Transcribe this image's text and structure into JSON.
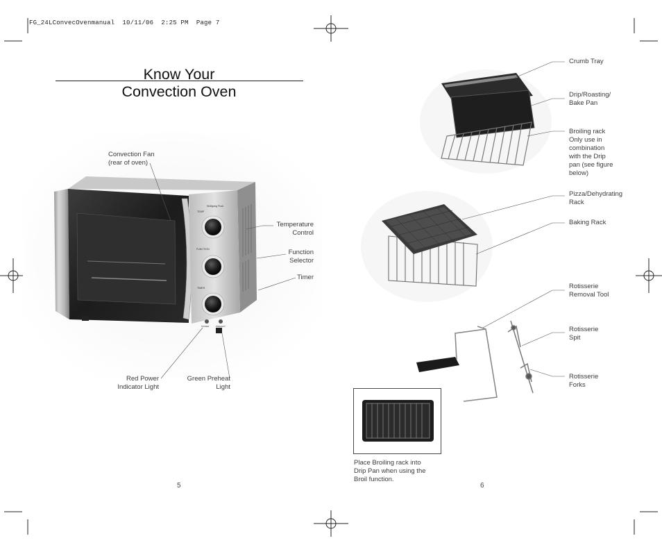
{
  "slug_line": "FG_24LConvecOvenmanual  10/11/06  2:25 PM  Page 7",
  "left_page": {
    "title_line1": "Know Your",
    "title_line2": "Convection Oven",
    "labels": {
      "convection_fan_1": "Convection Fan",
      "convection_fan_2": "(rear of oven)",
      "temperature_1": "Temperature",
      "temperature_2": "Control",
      "function_1": "Function",
      "function_2": "Selector",
      "timer": "Timer",
      "red_power_1": "Red Power",
      "red_power_2": "Indicator Light",
      "green_preheat_1": "Green Preheat",
      "green_preheat_2": "Light"
    },
    "oven_panel": {
      "brand": "Wolfgang Puck",
      "temp_label": "TEMP",
      "function_label": "FUNCTION",
      "timer_label": "TIMER",
      "power_label": "POWER",
      "preheat_label": "PREHEAT"
    },
    "page_number": "5"
  },
  "right_page": {
    "labels": {
      "crumb_tray": "Crumb Tray",
      "drip_1": "Drip/Roasting/",
      "drip_2": "Bake Pan",
      "broil_1": "Broiling rack",
      "broil_2": "Only use in",
      "broil_3": "combination",
      "broil_4": "with the Drip",
      "broil_5": "pan (see figure",
      "broil_6": "below)",
      "pizza_1": "Pizza/Dehydrating",
      "pizza_2": "Rack",
      "baking_rack": "Baking Rack",
      "removal_1": "Rotisserie",
      "removal_2": "Removal Tool",
      "spit_1": "Rotisserie",
      "spit_2": "Spit",
      "forks_1": "Rotisserie",
      "forks_2": "Forks"
    },
    "inset_caption": [
      "Place Broiling rack into",
      "Drip Pan when using the",
      "Broil function."
    ],
    "page_number": "6"
  }
}
